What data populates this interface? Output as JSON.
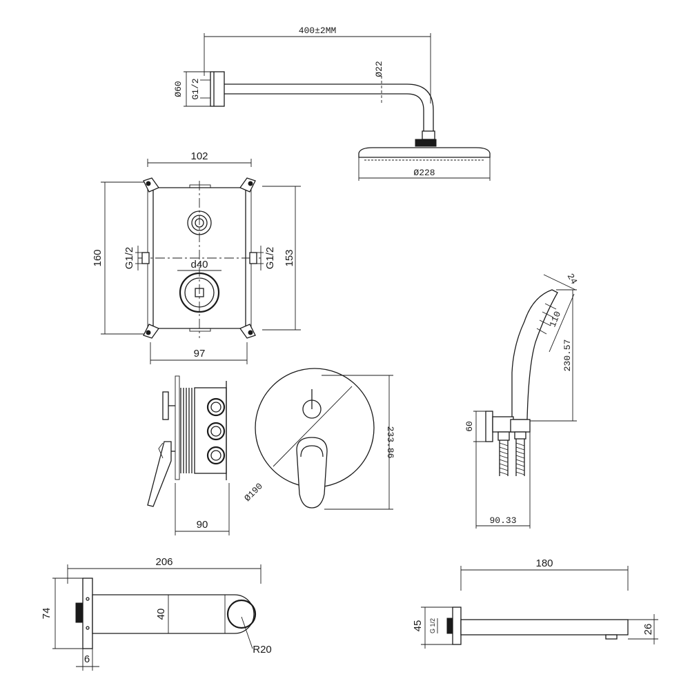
{
  "shower_arm": {
    "length_label": "400±2MM",
    "flange_dia_label": "Ø60",
    "thread_label": "G1/2",
    "pipe_dia_label": "Ø22",
    "head_dia_label": "Ø228"
  },
  "valve_box": {
    "width_top_label": "102",
    "height_left_label": "160",
    "height_right_label": "153",
    "thread_left_label": "G1/2",
    "thread_right_label": "G1/2",
    "cartridge_label": "d40",
    "width_bottom_label": "97"
  },
  "valve_side": {
    "depth_label": "90"
  },
  "trim_plate": {
    "height_label": "233.86",
    "dia_label": "Ø190"
  },
  "hand_shower": {
    "width_label": "24",
    "head_length_label": "110",
    "total_length_label": "230.57",
    "holder_height_label": "60",
    "projection_label": "90.33"
  },
  "tub_spout": {
    "length_label": "206",
    "height_label": "74",
    "body_height_label": "40",
    "radius_label": "R20",
    "plate_thickness_label": "6"
  },
  "wall_spout": {
    "length_label": "180",
    "height_label": "45",
    "thread_label": "G 1/2",
    "spout_height_label": "26"
  }
}
